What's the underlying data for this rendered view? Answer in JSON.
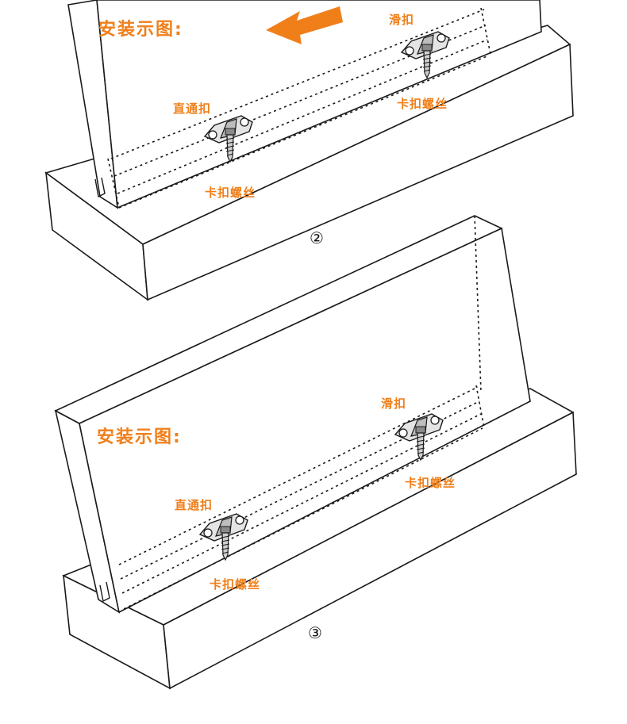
{
  "colors": {
    "accent": "#f07f1a",
    "line": "#1a1a1a",
    "panel": "#ffffff"
  },
  "diagram_2": {
    "title": "安装示图:",
    "direction_arrow": "arrow-left-icon",
    "labels": {
      "slide_clip": "滑扣",
      "through_clip": "直通扣",
      "clip_screw_right": "卡扣螺丝",
      "clip_screw_left": "卡扣螺丝"
    },
    "step_number": "②"
  },
  "diagram_3": {
    "title": "安装示图:",
    "labels": {
      "slide_clip": "滑扣",
      "through_clip": "直通扣",
      "clip_screw_right": "卡扣螺丝",
      "clip_screw_left": "卡扣螺丝"
    },
    "step_number": "③"
  }
}
